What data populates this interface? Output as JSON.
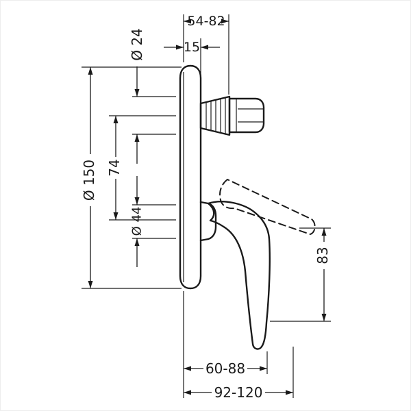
{
  "diagram": {
    "type": "technical-dimension-drawing",
    "subject": "concealed single-lever bath/shower mixer, side view",
    "colors": {
      "line": "#1a1a1a",
      "background": "#ffffff"
    },
    "dimensions": {
      "top_width": "54-82",
      "plate_thickness": "15",
      "connector_diameter": "Ø 24",
      "escutcheon_diameter": "Ø 150",
      "axis_spacing": "74",
      "hub_diameter": "Ø 44",
      "lever_height": "83",
      "depth_min_range": "60-88",
      "depth_max_range": "92-120"
    }
  }
}
